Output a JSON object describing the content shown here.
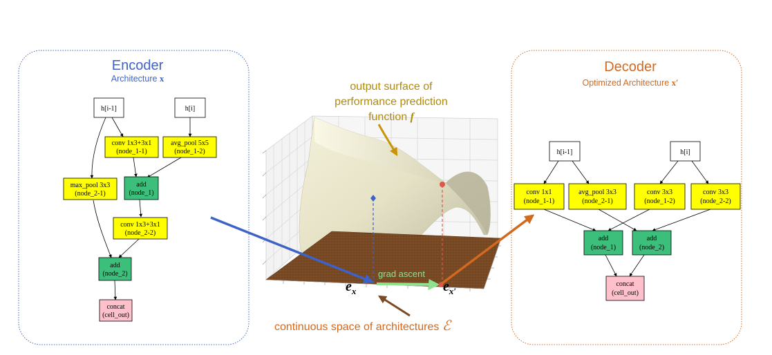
{
  "encoder": {
    "title": "Encoder",
    "subtitle": "Architecture",
    "subtitle_symbol": "x",
    "nodes": [
      {
        "line1": "h[i-1]",
        "line2": "",
        "kind": "input"
      },
      {
        "line1": "h[i]",
        "line2": "",
        "kind": "input"
      },
      {
        "line1": "conv 1x3+3x1",
        "line2": "(node_1-1)",
        "kind": "op"
      },
      {
        "line1": "avg_pool 5x5",
        "line2": "(node_1-2)",
        "kind": "op"
      },
      {
        "line1": "max_pool 3x3",
        "line2": "(node_2-1)",
        "kind": "op"
      },
      {
        "line1": "add",
        "line2": "(node_1)",
        "kind": "add"
      },
      {
        "line1": "conv 1x3+3x1",
        "line2": "(node_2-2)",
        "kind": "op"
      },
      {
        "line1": "add",
        "line2": "(node_2)",
        "kind": "add"
      },
      {
        "line1": "concat",
        "line2": "(cell_out)",
        "kind": "concat"
      }
    ]
  },
  "decoder": {
    "title": "Decoder",
    "subtitle": "Optimized Architecture",
    "subtitle_symbol": "x′",
    "nodes": [
      {
        "line1": "h[i-1]",
        "line2": "",
        "kind": "input"
      },
      {
        "line1": "h[i]",
        "line2": "",
        "kind": "input"
      },
      {
        "line1": "conv 1x1",
        "line2": "(node_1-1)",
        "kind": "op"
      },
      {
        "line1": "avg_pool 3x3",
        "line2": "(node_2-1)",
        "kind": "op"
      },
      {
        "line1": "conv 3x3",
        "line2": "(node_1-2)",
        "kind": "op"
      },
      {
        "line1": "conv 3x3",
        "line2": "(node_2-2)",
        "kind": "op"
      },
      {
        "line1": "add",
        "line2": "(node_1)",
        "kind": "add"
      },
      {
        "line1": "add",
        "line2": "(node_2)",
        "kind": "add"
      },
      {
        "line1": "concat",
        "line2": "(cell_out)",
        "kind": "concat"
      }
    ]
  },
  "surface": {
    "label_line1": "output surface of",
    "label_line2": "performance prediction",
    "label_line3": "function",
    "label_symbol": "f",
    "grad_label": "grad ascent",
    "ex_symbol": "e",
    "ex_sub": "x",
    "exp_symbol": "e",
    "exp_sub": "x′",
    "space_label": "continuous space of architectures",
    "space_symbol": "ℰ"
  },
  "colors": {
    "encoder_accent": "#3d63c9",
    "decoder_accent": "#d2691e",
    "surface_label": "#b08a0a",
    "grad_green": "#8fe38f",
    "op_fill": "#ffff00",
    "add_fill": "#3cbf7a",
    "concat_fill": "#ffc0cb",
    "plane_brown": "#7a4a25"
  }
}
